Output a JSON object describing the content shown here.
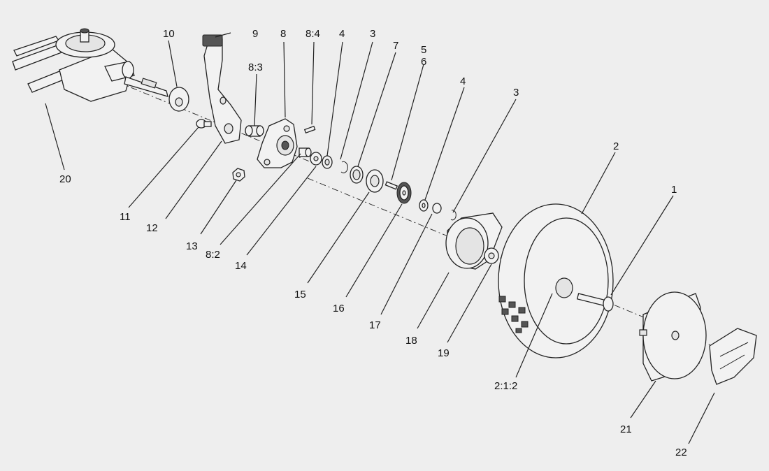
{
  "diagram": {
    "type": "exploded parts diagram",
    "callouts": [
      {
        "id": "c1",
        "label": "1"
      },
      {
        "id": "c2",
        "label": "2"
      },
      {
        "id": "c212",
        "label": "2:1:2"
      },
      {
        "id": "c3a",
        "label": "3"
      },
      {
        "id": "c3b",
        "label": "3"
      },
      {
        "id": "c4a",
        "label": "4"
      },
      {
        "id": "c4b",
        "label": "4"
      },
      {
        "id": "c5",
        "label": "5"
      },
      {
        "id": "c6",
        "label": "6"
      },
      {
        "id": "c7",
        "label": "7"
      },
      {
        "id": "c8",
        "label": "8"
      },
      {
        "id": "c82",
        "label": "8:2"
      },
      {
        "id": "c83",
        "label": "8:3"
      },
      {
        "id": "c84",
        "label": "8:4"
      },
      {
        "id": "c9",
        "label": "9"
      },
      {
        "id": "c10",
        "label": "10"
      },
      {
        "id": "c11",
        "label": "11"
      },
      {
        "id": "c12",
        "label": "12"
      },
      {
        "id": "c13",
        "label": "13"
      },
      {
        "id": "c14",
        "label": "14"
      },
      {
        "id": "c15",
        "label": "15"
      },
      {
        "id": "c16",
        "label": "16"
      },
      {
        "id": "c17",
        "label": "17"
      },
      {
        "id": "c18",
        "label": "18"
      },
      {
        "id": "c19",
        "label": "19"
      },
      {
        "id": "c20",
        "label": "20"
      },
      {
        "id": "c21",
        "label": "21"
      },
      {
        "id": "c22",
        "label": "22"
      }
    ]
  }
}
